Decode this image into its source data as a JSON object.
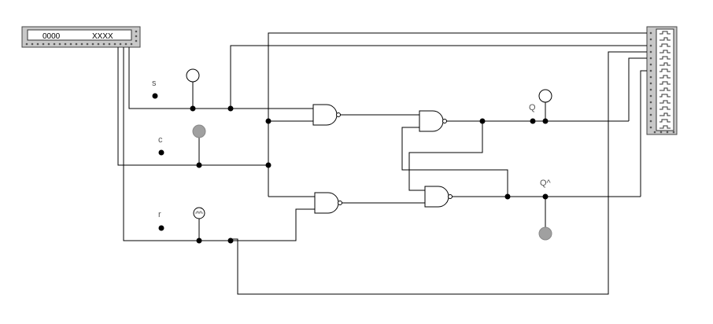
{
  "word_generator": {
    "address": "0000",
    "value": "XXXX"
  },
  "labels": {
    "s": "s",
    "c": "c",
    "r": "r",
    "q": "Q",
    "q_not": "Q^"
  },
  "colors": {
    "probe_low": "#a0a0a0",
    "probe_high": "#ffffff",
    "instrument_body": "#c8c8c8"
  }
}
